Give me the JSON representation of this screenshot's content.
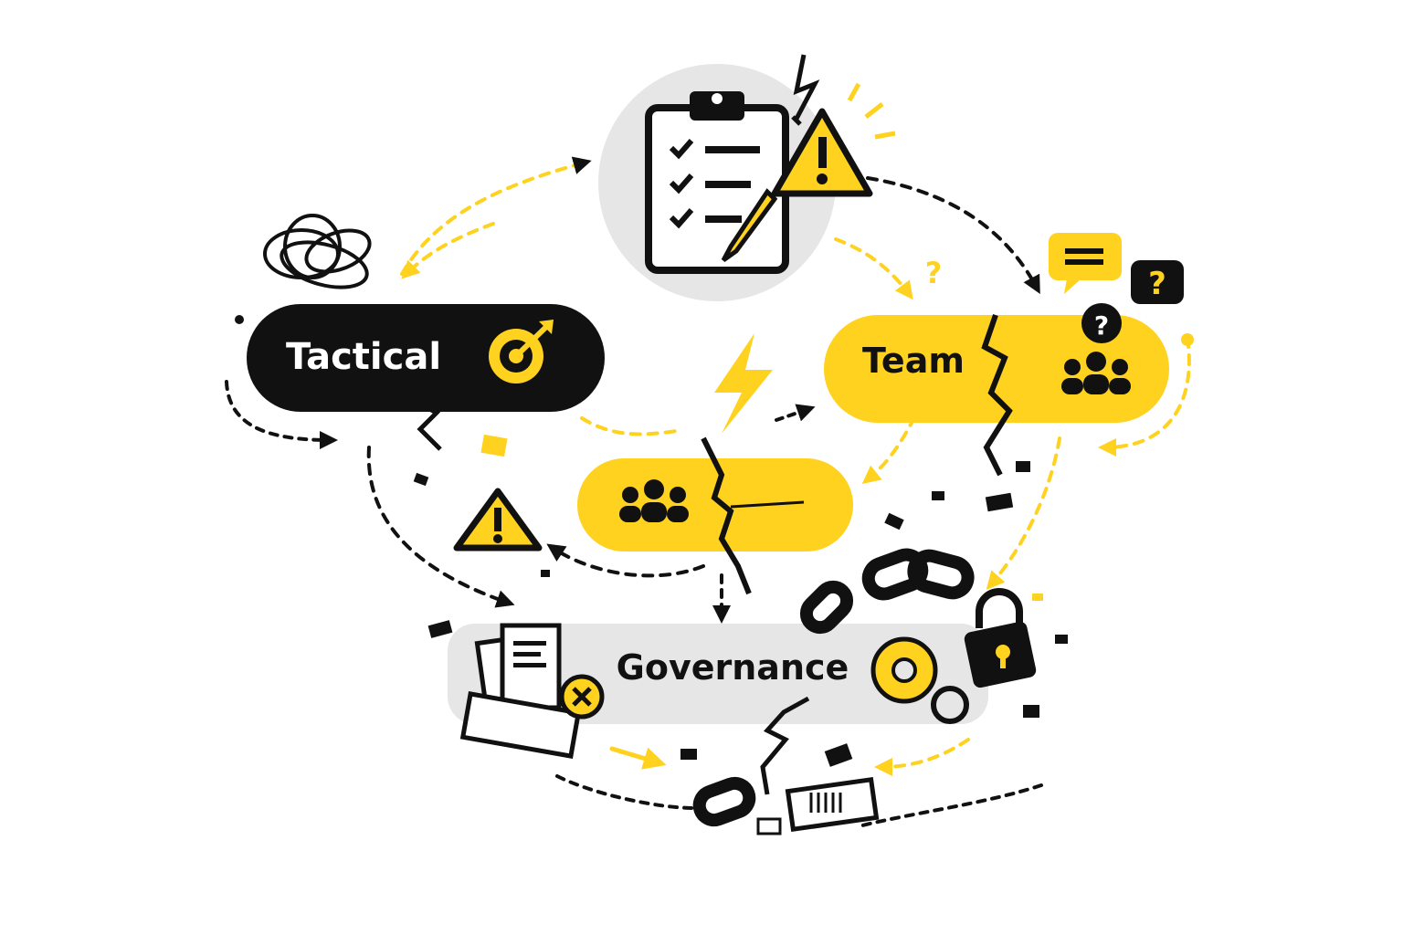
{
  "nodes": {
    "tactical": {
      "label": "Tactical",
      "icon": "target-icon"
    },
    "team": {
      "label": "Team",
      "icon": "people-icon"
    },
    "center_team": {
      "label": "",
      "icon": "people-icon"
    },
    "governance": {
      "label": "Governance",
      "icon": "gear-icon"
    },
    "checklist": {
      "icon": "clipboard-checklist-icon"
    }
  },
  "colors": {
    "yellow": "#FFD21F",
    "black": "#111111",
    "grey": "#E6E6E6"
  },
  "icons": [
    "warning-icon",
    "lightning-icon",
    "speech-bubble-icon",
    "question-icon",
    "padlock-icon",
    "broken-chain-icon",
    "document-icon",
    "tangle-icon",
    "crack-icon"
  ]
}
